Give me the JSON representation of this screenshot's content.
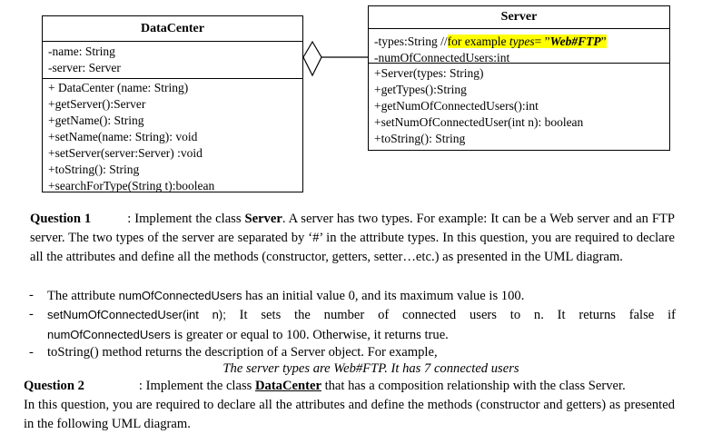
{
  "datacenter": {
    "title": "DataCenter",
    "attributes": [
      "-name: String",
      "-server: Server"
    ],
    "operations": [
      "+ DataCenter (name: String)",
      "+getServer():Server",
      "+getName(): String",
      "+setName(name: String): void",
      "+setServer(server:Server) :void",
      "+toString(): String",
      "+searchForType(String t):boolean"
    ]
  },
  "server": {
    "title": "Server",
    "attr_types_prefix": "-types:String //",
    "attr_types_highlight_a": "for example ",
    "attr_types_highlight_b": "types",
    "attr_types_highlight_c": "= ”",
    "attr_types_highlight_d": "Web#FTP",
    "attr_types_highlight_e": "”",
    "attr_numconnected": "-numOfConnectedUsers:int",
    "operations": [
      "+Server(types: String)",
      "+getTypes():String",
      "+getNumOfConnectedUsers():int",
      "+setNumOfConnectedUser(int n): boolean",
      "+toString(): String"
    ]
  },
  "question1": {
    "label": "Question 1",
    "intro_a": ": Implement the class ",
    "intro_class": "Server",
    "intro_b": ". A server has two types. For example: It can be a Web server and an FTP server. The two types of the server are separated by ‘#’ in the attribute types. In this question, you are required to declare all the attributes and define all the methods (constructor, getters, setter…etc.) as presented in the UML diagram.",
    "bullet1_a": "The attribute ",
    "bullet1_code": "numOfConnectedUsers",
    "bullet1_b": " has an initial value 0, and its maximum value is 100.",
    "bullet2_code": "setNumOfConnectedUser(int n);",
    "bullet2_a": " It sets the number of connected users to n. It returns false if",
    "bullet2_code2": "numOfConnectedUsers",
    "bullet2_b": " is greater or equal to 100. Otherwise, it returns true.",
    "bullet3": "toString() method returns the description of a Server object. For example,",
    "example": "The server types are Web#FTP. It has 7 connected users"
  },
  "question2": {
    "label": "Question 2",
    "intro_a": ": Implement the class ",
    "intro_class": "DataCenter",
    "intro_b": " that has a composition relationship with the class Server.",
    "line2": "In this question, you are required to declare all the attributes and define the methods (constructor and getters) as presented in the following UML diagram."
  }
}
